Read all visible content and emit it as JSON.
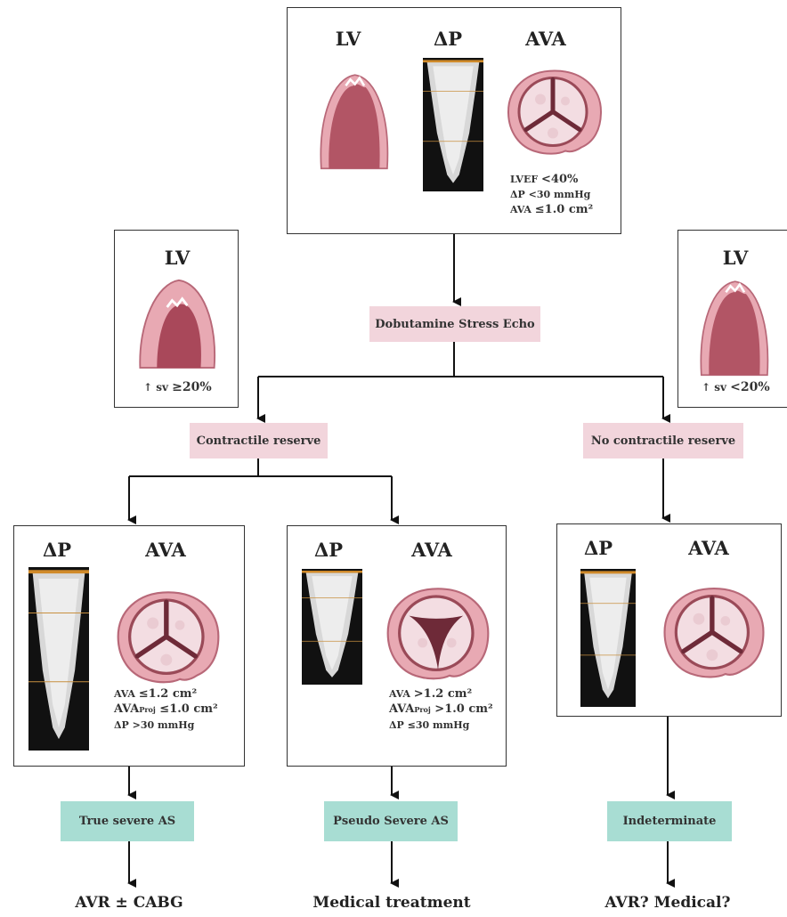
{
  "top_box": {
    "lv_label": "LV",
    "dp_label": "ΔP",
    "ava_label": "AVA",
    "criteria": {
      "line1_prefix": "LVEF ",
      "line1_value": "<40%",
      "line2": "ΔP <30 mmHg",
      "line3_prefix": "AVA ",
      "line3_value": "≤1.0 cm²"
    }
  },
  "left_side_box": {
    "lv_label": "LV",
    "sv_prefix": "sv ",
    "sv_value": "≥20%"
  },
  "right_side_box": {
    "lv_label": "LV",
    "sv_prefix": "sv ",
    "sv_value": "<20%"
  },
  "stress_echo_label": "Dobutamine Stress Echo",
  "contractile_label": "Contractile reserve",
  "no_contractile_label": "No contractile reserve",
  "box_true": {
    "dp_label": "ΔP",
    "ava_label": "AVA",
    "line1_prefix": "AVA ",
    "line1_value": "≤1.2 cm²",
    "line2_prefix": "AVA",
    "line2_sub": "Proj",
    "line2_value": " ≤1.0 cm²",
    "line3": "ΔP >30 mmHg"
  },
  "box_pseudo": {
    "dp_label": "ΔP",
    "ava_label": "AVA",
    "line1_prefix": "AVA ",
    "line1_value": ">1.2 cm²",
    "line2_prefix": "AVA",
    "line2_sub": "Proj",
    "line2_value": " >1.0 cm²",
    "line3": "ΔP ≤30 mmHg"
  },
  "box_indet": {
    "dp_label": "ΔP",
    "ava_label": "AVA"
  },
  "diagnoses": {
    "true_severe": "True severe AS",
    "pseudo_severe": "Pseudo Severe AS",
    "indeterminate": "Indeterminate"
  },
  "outcomes": {
    "true_severe": "AVR ± CABG",
    "pseudo_severe": "Medical treatment",
    "indeterminate": "AVR? Medical?"
  }
}
